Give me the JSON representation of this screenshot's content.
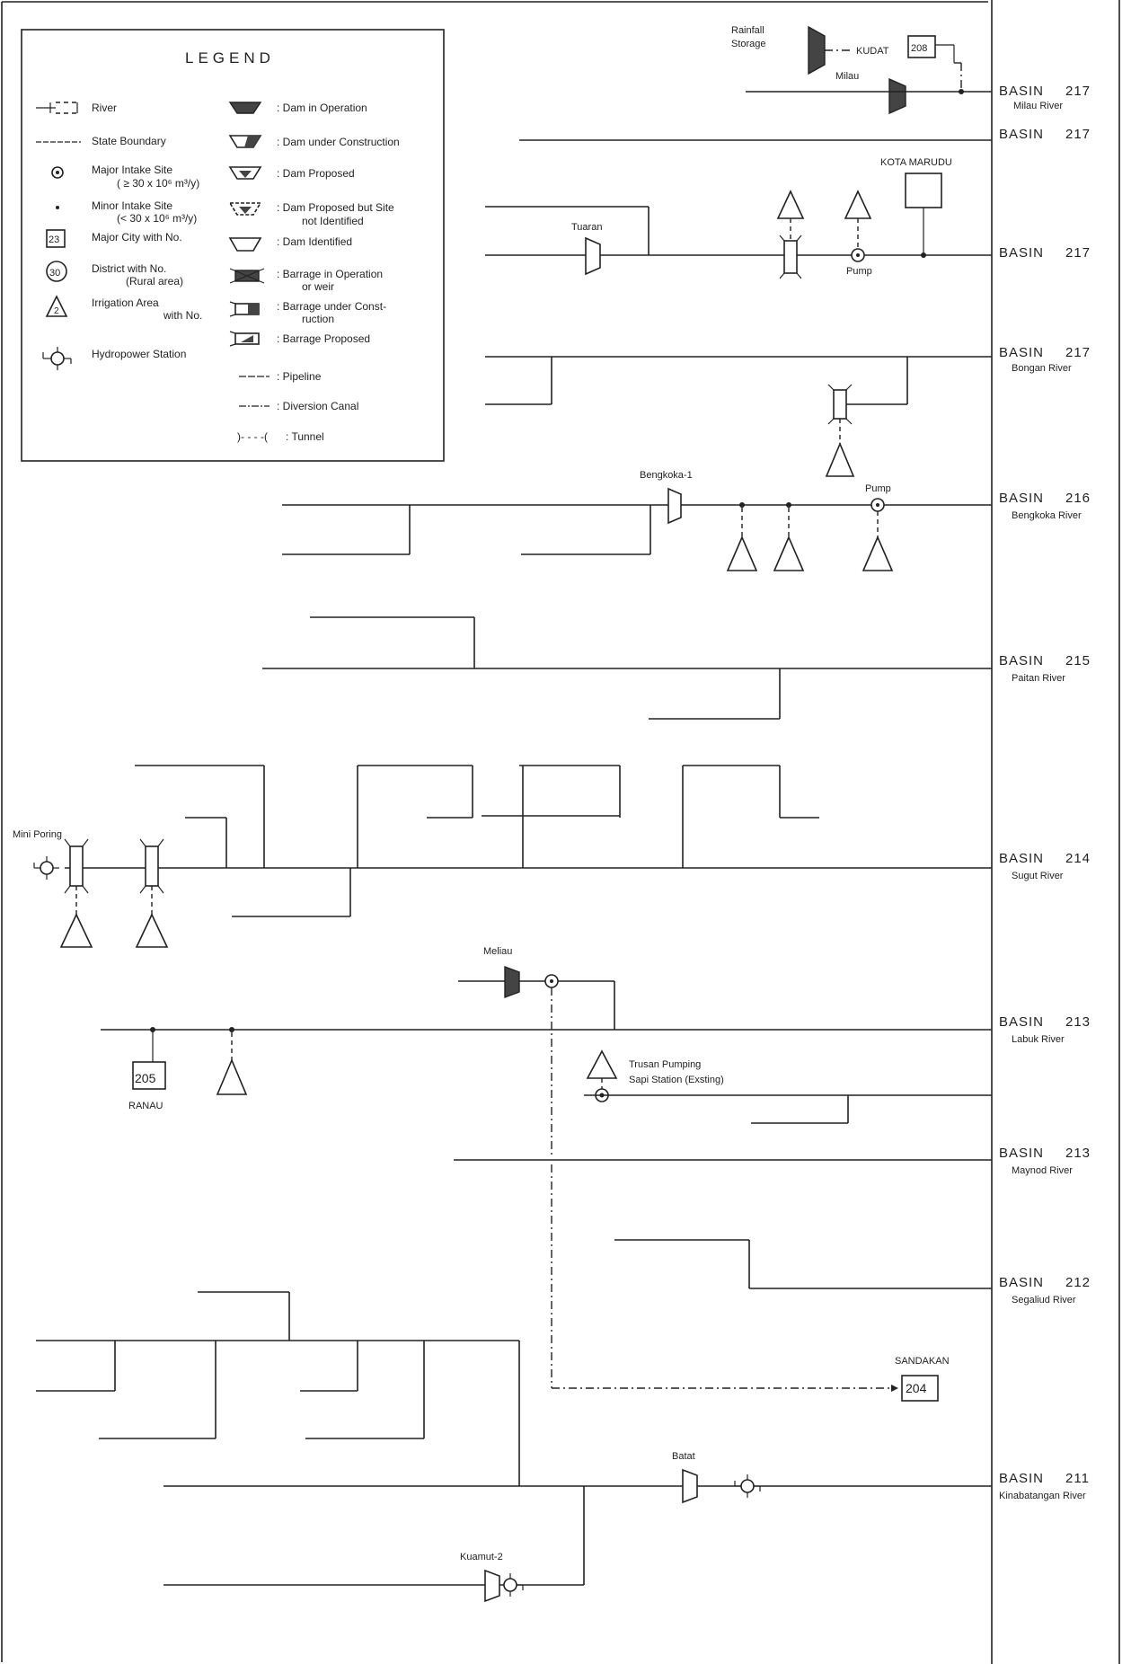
{
  "legend": {
    "title": "LEGEND",
    "items_left": [
      {
        "icon": "river-symbol",
        "label": "River"
      },
      {
        "icon": "state-boundary-symbol",
        "label": "State Boundary"
      },
      {
        "icon": "major-intake-icon",
        "label": "Major Intake Site",
        "sub": "( ≥ 30 x 10⁶ m³/y)"
      },
      {
        "icon": "minor-intake-icon",
        "label": "Minor Intake Site",
        "sub": "(< 30 x 10⁶ m³/y)"
      },
      {
        "icon": "major-city-icon",
        "symbol_text": "23",
        "label": "Major City with No."
      },
      {
        "icon": "district-icon",
        "symbol_text": "30",
        "label": "District with No.",
        "sub": "(Rural area)"
      },
      {
        "icon": "irrigation-area-icon",
        "symbol_text": "2",
        "label": "Irrigation Area",
        "sub": "with No."
      },
      {
        "icon": "hydropower-station-icon",
        "label": "Hydropower Station"
      }
    ],
    "items_right": [
      {
        "icon": "dam-in-operation-icon",
        "label": ": Dam in Operation"
      },
      {
        "icon": "dam-under-construction-icon",
        "label": ": Dam under Construction"
      },
      {
        "icon": "dam-proposed-icon",
        "label": ": Dam Proposed"
      },
      {
        "icon": "dam-proposed-unidentified-icon",
        "label": ": Dam Proposed but Site",
        "sub": "not Identified"
      },
      {
        "icon": "dam-identified-icon",
        "label": ": Dam Identified"
      },
      {
        "icon": "barrage-in-operation-icon",
        "label": ": Barrage in Operation",
        "sub": "or weir"
      },
      {
        "icon": "barrage-under-construction-icon",
        "label": ": Barrage under Const-",
        "sub": "ruction"
      },
      {
        "icon": "barrage-proposed-icon",
        "label": ": Barrage Proposed"
      },
      {
        "icon": "pipeline-symbol",
        "label": ": Pipeline"
      },
      {
        "icon": "diversion-canal-symbol",
        "label": ": Diversion Canal"
      },
      {
        "icon": "tunnel-symbol",
        "label": ": Tunnel",
        "symbol_text": ")- - - -("
      }
    ]
  },
  "basins": [
    {
      "id": "217",
      "label": "BASIN",
      "river": "Milau River"
    },
    {
      "id": "217",
      "label": "BASIN",
      "river": ""
    },
    {
      "id": "217",
      "label": "BASIN",
      "river": ""
    },
    {
      "id": "217",
      "label": "BASIN",
      "river": "Bongan River"
    },
    {
      "id": "216",
      "label": "BASIN",
      "river": "Bengkoka River"
    },
    {
      "id": "215",
      "label": "BASIN",
      "river": "Paitan River"
    },
    {
      "id": "214",
      "label": "BASIN",
      "river": "Sugut River"
    },
    {
      "id": "213",
      "label": "BASIN",
      "river": "Labuk River"
    },
    {
      "id": "213",
      "label": "BASIN",
      "river": "Maynod River"
    },
    {
      "id": "212",
      "label": "BASIN",
      "river": "Segaliud River"
    },
    {
      "id": "211",
      "label": "BASIN",
      "river": "Kinabatangan River"
    }
  ],
  "labels": {
    "rainfall_storage_1": "Rainfall",
    "rainfall_storage_2": "Storage",
    "kudat": "KUDAT",
    "kudat_no": "208",
    "milau": "Milau",
    "kota_marudu": "KOTA MARUDU",
    "tuaran": "Tuaran",
    "pump_217": "Pump",
    "bengkoka": "Bengkoka-1",
    "pump_216": "Pump",
    "mini_poring": "Mini Poring",
    "meliau": "Meliau",
    "ranau": "RANAU",
    "ranau_no": "205",
    "trusan_1": "Trusan Pumping",
    "trusan_2": "Sapi Station (Exsting)",
    "sandakan": "SANDAKAN",
    "sandakan_no": "204",
    "batat": "Batat",
    "kuamut": "Kuamut-2"
  },
  "colors": {
    "ink": "#222222",
    "paper": "#ffffff",
    "dark_fill": "#444444"
  }
}
